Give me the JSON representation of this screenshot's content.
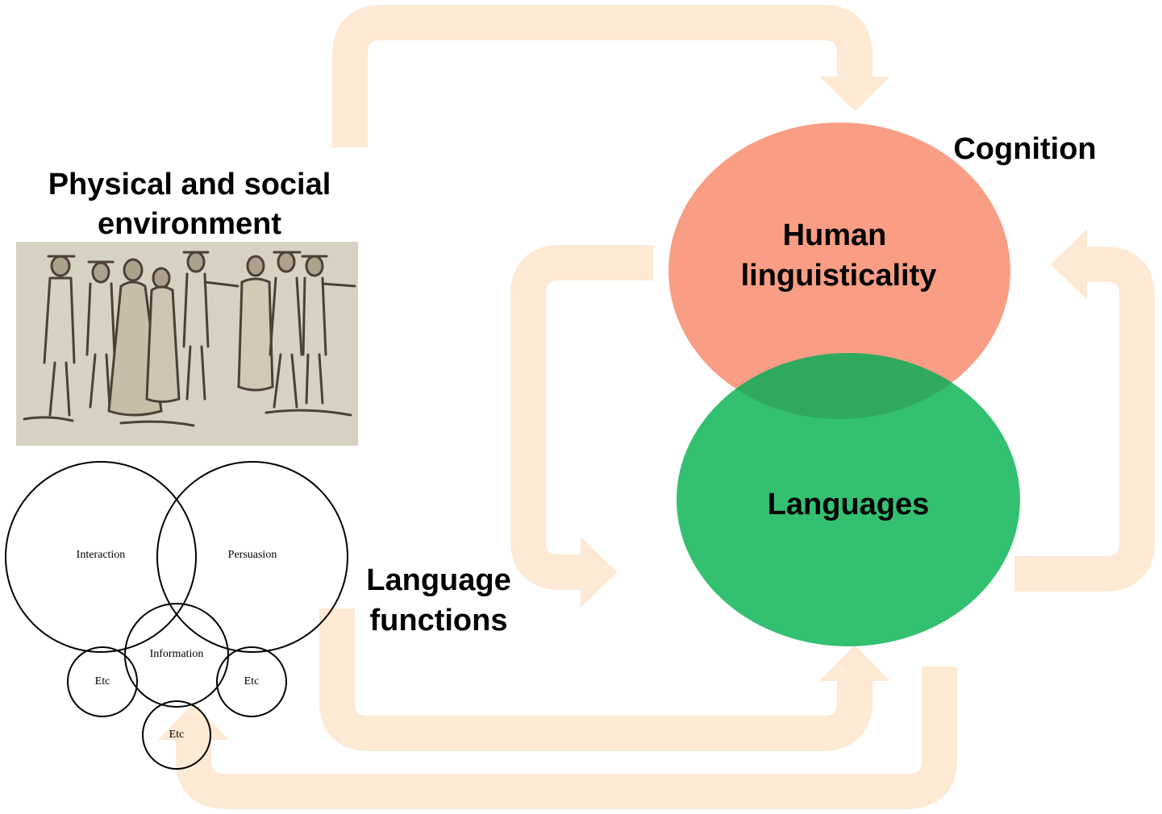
{
  "labels": {
    "environment_line1": "Physical and social",
    "environment_line2": "environment",
    "cognition": "Cognition",
    "human_line1": "Human",
    "human_line2": "linguisticality",
    "languages": "Languages",
    "functions_line1": "Language",
    "functions_line2": "functions"
  },
  "venn": {
    "interaction": "Interaction",
    "persuasion": "Persuasion",
    "information": "Information",
    "etc_left": "Etc",
    "etc_right": "Etc",
    "etc_bottom": "Etc"
  },
  "colors": {
    "arrow": "#fde9d4",
    "human_ellipse": "#f99d84",
    "languages_ellipse": "#34c071",
    "overlap": "#2fa95d",
    "sketch_paper": "#dcd6c8",
    "sketch_ink": "#3d3128"
  },
  "image": {
    "description_icon": "sketch-of-people-icon"
  }
}
